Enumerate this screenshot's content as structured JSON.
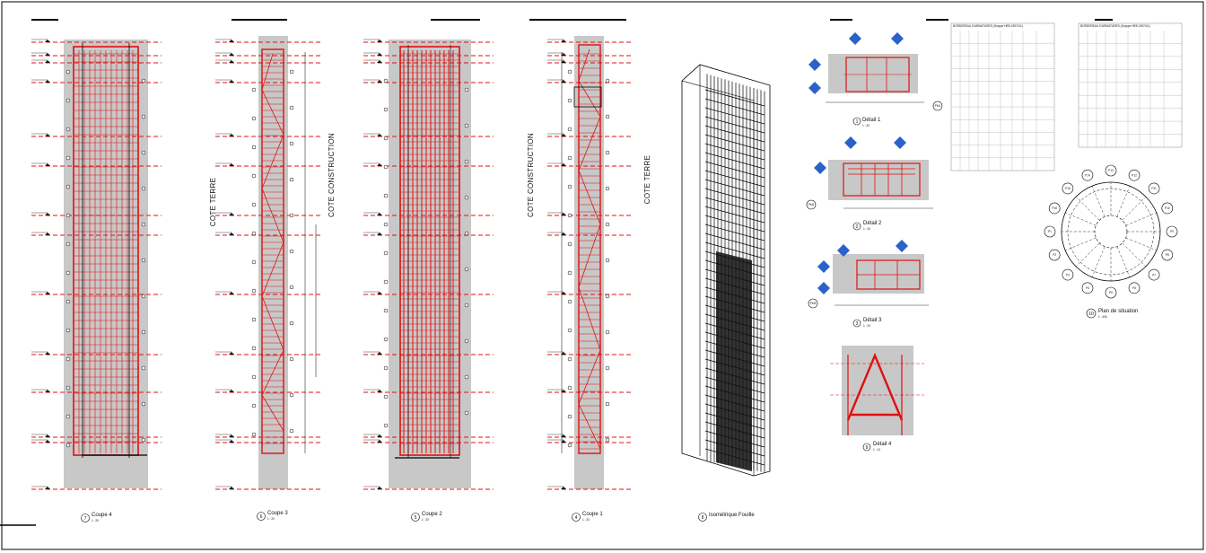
{
  "sheet": {
    "border_color": "#000000",
    "rebar_color": "#e01010",
    "concrete_color": "#c8c8c8",
    "dimension_color": "#111111"
  },
  "views": {
    "coupe4": {
      "number": "7",
      "title": "Coupe 4",
      "scale": "1 : 20"
    },
    "coupe3": {
      "number": "6",
      "title": "Coupe 3",
      "scale": "1 : 20"
    },
    "coupe2": {
      "number": "5",
      "title": "Coupe 2",
      "scale": "1 : 20"
    },
    "coupe1": {
      "number": "4",
      "title": "Coupe 1",
      "scale": "1 : 20"
    },
    "iso": {
      "number": "8",
      "title": "Isométrique Fouille"
    },
    "detail1": {
      "number": "1",
      "title": "Détail 1",
      "scale": "1 : 20"
    },
    "detail2": {
      "number": "2",
      "title": "Détail 2",
      "scale": "1 : 20"
    },
    "detail3": {
      "number": "3",
      "title": "Détail 3",
      "scale": "1 : 20"
    },
    "detail4": {
      "number": "9",
      "title": "Détail 4",
      "scale": "1 : 10"
    },
    "plan": {
      "number": "10",
      "title": "Plan de situation",
      "scale": "1 : 400"
    }
  },
  "side_labels": {
    "cote_terre": "COTE TERRE",
    "cote_construction": "COTE CONSTRUCTION"
  },
  "tables": {
    "left_title": "BORDEREAU D'ARMATURES (Grappe HEB 1597/U1)",
    "right_title": "BORDEREAU D'ARMATURES (Grappe HEB 1597/U1)"
  },
  "plan_markers": [
    "P13",
    "P12",
    "P11",
    "P10",
    "P9",
    "P8",
    "P7",
    "P6",
    "P5",
    "P4",
    "P3",
    "P2",
    "P1",
    "P16",
    "P15",
    "P14"
  ],
  "detail_tags": {
    "pm1": "PM1",
    "pm2": "PM2",
    "pm3": "PM3"
  },
  "icons": [
    "section-head-icon",
    "elevation-marker-icon",
    "north-arrow-icon"
  ]
}
